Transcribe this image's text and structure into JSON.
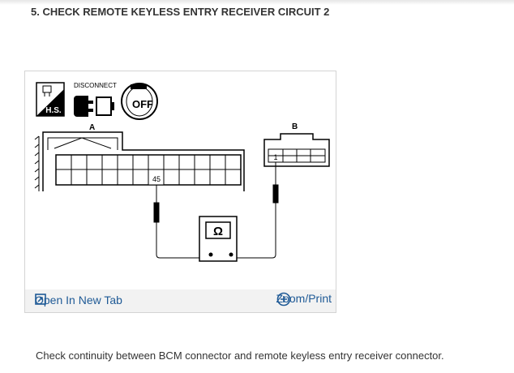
{
  "step": {
    "title": "5. CHECK REMOTE KEYLESS ENTRY RECEIVER CIRCUIT 2"
  },
  "figure": {
    "hs_label": "H.S.",
    "disconnect_label": "DISCONNECT",
    "ignition_label": "OFF",
    "connector_a_label": "A",
    "connector_b_label": "B",
    "pin_a": "45",
    "pin_b": "1",
    "meter_symbol": "Ω"
  },
  "links": {
    "open_new_tab": "Open In New Tab",
    "zoom_print": "Zoom/Print"
  },
  "description": "Check continuity between BCM connector and remote keyless entry receiver connector.",
  "colors": {
    "link": "#1f5a96",
    "text": "#333333",
    "footer_bg": "#f2f2f2"
  }
}
